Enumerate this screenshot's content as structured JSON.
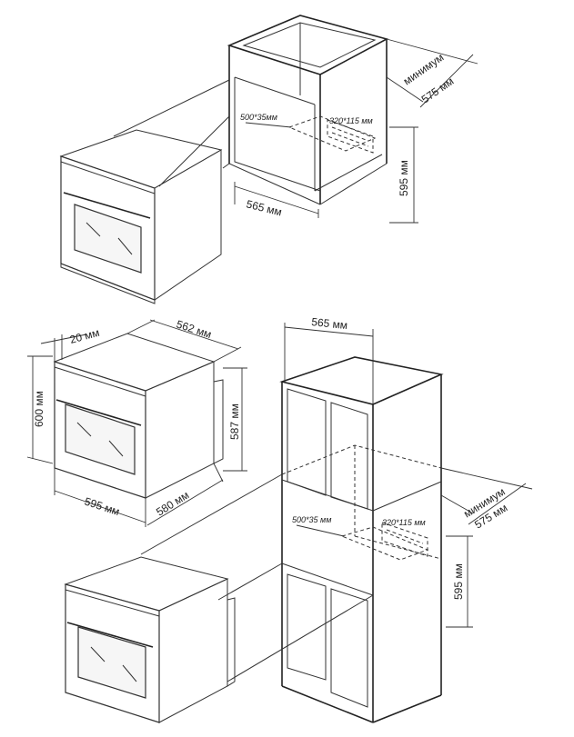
{
  "top_section": {
    "min_label": "минимум",
    "depth_label": "575 мм",
    "width_label": "565 мм",
    "height_label": "595 мм",
    "cutout_label": "500*35мм",
    "vent_label": "320*115 мм"
  },
  "oven_dims": {
    "side_gap_label": "20 мм",
    "top_width_label": "562 мм",
    "height_label": "600 мм",
    "inner_height_label": "587 мм",
    "width_label": "595 мм",
    "depth_label": "580 мм"
  },
  "column_section": {
    "width_label": "565 мм",
    "min_label": "минимум",
    "depth_label": "575 мм",
    "height_label": "595 мм",
    "cutout_label": "500*35 мм",
    "vent_label": "320*115 мм"
  }
}
